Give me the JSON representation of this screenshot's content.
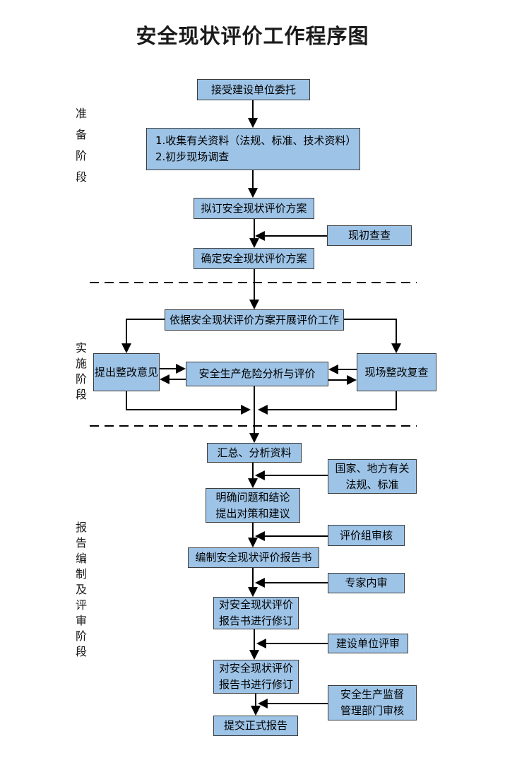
{
  "title": "安全现状评价工作程序图",
  "stages": {
    "preparation": "准备阶段",
    "implementation": "实施阶段",
    "reporting": "报告编制及评审阶段"
  },
  "nodes": {
    "accept": {
      "label": "接受建设单位委托"
    },
    "collect": {
      "line1": "1.收集有关资料（法规、标准、技术资料）",
      "line2": "2.初步现场调查"
    },
    "draft_plan": {
      "label": "拟订安全现状评价方案"
    },
    "confirm_plan": {
      "label": "确定安全现状评价方案"
    },
    "carry_out": {
      "label": "依据安全现状评价方案开展评价工作"
    },
    "rectify_opinion": {
      "label": "提出整改意见"
    },
    "risk_analysis": {
      "label": "安全生产危险分析与评价"
    },
    "site_recheck": {
      "label": "现场整改复查"
    },
    "summarize": {
      "label": "汇总、分析资料"
    },
    "clarify": {
      "line1": "明确问题和结论",
      "line2": "提出对策和建议"
    },
    "compile_report": {
      "label": "编制安全现状评价报告书"
    },
    "revise_report_1": {
      "line1": "对安全现状评价",
      "line2": "报告书进行修订"
    },
    "revise_report_2": {
      "line1": "对安全现状评价",
      "line2": "报告书进行修订"
    },
    "submit_report": {
      "label": "提交正式报告"
    }
  },
  "side_nodes": {
    "initial_check": {
      "label": "现初查查"
    },
    "regulations": {
      "line1": "国家、地方有关",
      "line2": "法规、标准"
    },
    "group_review": {
      "label": "评价组审核"
    },
    "expert_review": {
      "label": "专家内审"
    },
    "client_review": {
      "label": "建设单位评审"
    },
    "authority_review": {
      "line1": "安全生产监督",
      "line2": "管理部门审核"
    }
  },
  "colors": {
    "node_fill": "#9DC3E6",
    "node_border": "#3d3d3d",
    "connector": "#000000",
    "text": "#000000"
  }
}
